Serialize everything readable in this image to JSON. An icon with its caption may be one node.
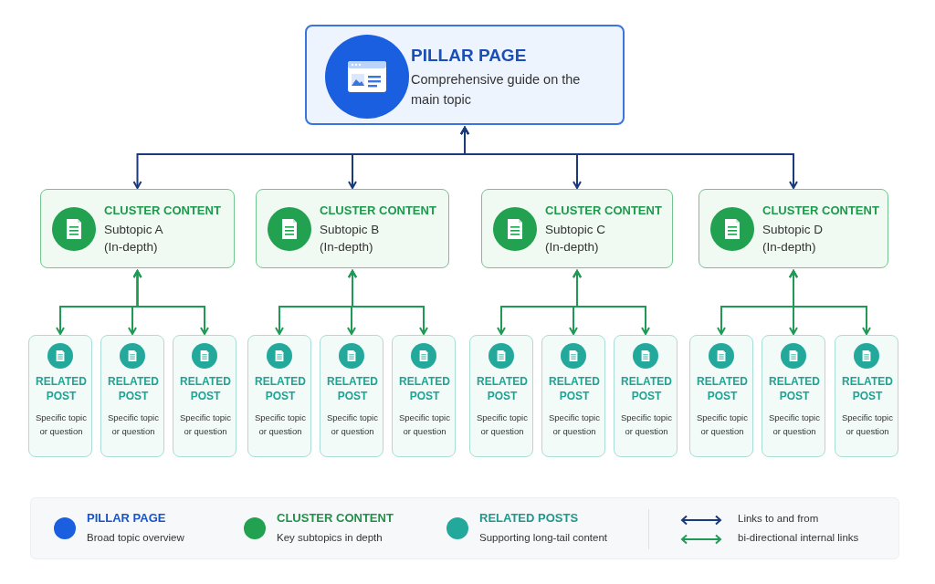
{
  "diagram": {
    "nodes": [
      {
        "text": [
          "PILLAR PAGE",
          "Comprehensive guide on the main topic"
        ]
      },
      {
        "text": [
          "CLUSTER CONTENT",
          "Subtopic A (In-depth)"
        ]
      },
      {
        "text": [
          "CLUSTER CONTENT",
          "Subtopic B (In-depth)"
        ]
      },
      {
        "text": [
          "CLUSTER CONTENT",
          "Subtopic C (In-depth)"
        ]
      },
      {
        "text": [
          "CLUSTER CONTENT",
          "Subtopic D (In-depth)"
        ]
      },
      {
        "text": [
          "RELATED POST",
          "Specific topic or question"
        ]
      },
      {
        "text": [
          "RELATED POST",
          "Specific topic or question"
        ]
      },
      {
        "text": [
          "RELATED POST",
          "Specific topic or question"
        ]
      },
      {
        "text": [
          "RELATED POST",
          "Specific topic or question"
        ]
      },
      {
        "text": [
          "RELATED POST",
          "Specific topic or question"
        ]
      },
      {
        "text": [
          "RELATED POST",
          "Specific topic or question"
        ]
      },
      {
        "text": [
          "RELATED POST",
          "Specific topic or question"
        ]
      },
      {
        "text": [
          "RELATED POST",
          "Specific topic or question"
        ]
      },
      {
        "text": [
          "RELATED POST",
          "Specific topic or question"
        ]
      },
      {
        "text": [
          "RELATED POST",
          "Specific topic or question"
        ]
      },
      {
        "text": [
          "RELATED POST",
          "Specific topic or question"
        ]
      },
      {
        "text": [
          "RELATED POST",
          "Specific topic or question"
        ]
      }
    ],
    "edges": [
      {
        "from": 0,
        "to": 1,
        "arrow": "both",
        "color": "#1b3a7a"
      },
      {
        "from": 0,
        "to": 2,
        "arrow": "both",
        "color": "#1b3a7a"
      },
      {
        "from": 0,
        "to": 3,
        "arrow": "both",
        "color": "#1b3a7a"
      },
      {
        "from": 0,
        "to": 4,
        "arrow": "both",
        "color": "#1b3a7a"
      },
      {
        "from": 1,
        "to": 5,
        "arrow": "both"
      },
      {
        "from": 1,
        "to": 6,
        "arrow": "both"
      },
      {
        "from": 1,
        "to": 7,
        "arrow": "both"
      },
      {
        "from": 2,
        "to": 8,
        "arrow": "both"
      },
      {
        "from": 2,
        "to": 9,
        "arrow": "both"
      },
      {
        "from": 2,
        "to": 10,
        "arrow": "both"
      },
      {
        "from": 3,
        "to": 11,
        "arrow": "both"
      },
      {
        "from": 3,
        "to": 12,
        "arrow": "both"
      },
      {
        "from": 3,
        "to": 13,
        "arrow": "both"
      },
      {
        "from": 4,
        "to": 14,
        "arrow": "both"
      },
      {
        "from": 4,
        "to": 15,
        "arrow": "both"
      },
      {
        "from": 4,
        "to": 16,
        "arrow": "both"
      }
    ],
    "labels": [
      "Broad topic overview",
      "Key subtopics in depth",
      "Supporting long-tail content"
    ],
    "legend": [
      {
        "text": "PILLAR PAGE",
        "color": "#1a5fe0"
      },
      {
        "text": "CLUSTER CONTENT",
        "color": "#22a150"
      },
      {
        "text": "RELATED POSTS",
        "color": "#23a89c"
      },
      {
        "text": "Links to and from"
      },
      {
        "text": "bi-directional internal links"
      }
    ]
  }
}
